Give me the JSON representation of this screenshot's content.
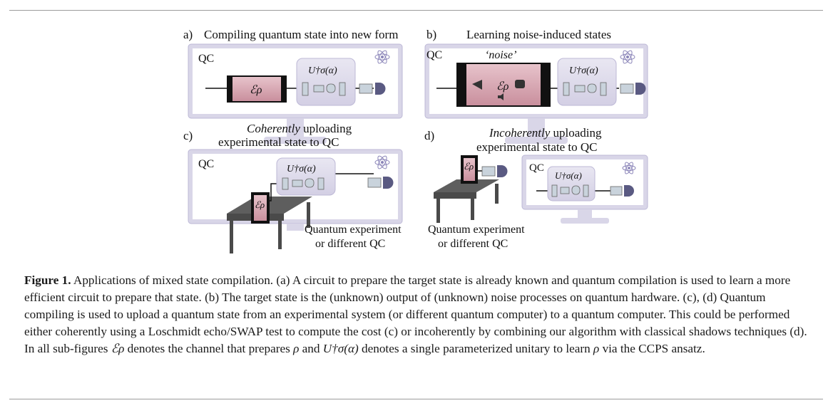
{
  "panels": {
    "a": {
      "letter": "a)",
      "title": "Compiling quantum state into new form",
      "qc_label": "QC",
      "channel": "ℰρ",
      "unitary": "U†σ(α)"
    },
    "b": {
      "letter": "b)",
      "title": "Learning noise-induced states",
      "qc_label": "QC",
      "noise_label": "‘noise’",
      "channel": "ℰρ",
      "unitary": "U†σ(α)"
    },
    "c": {
      "letter": "c)",
      "title_italic": "Coherently",
      "title_rest": " uploading",
      "title_line2": "experimental state to QC",
      "qc_label": "QC",
      "channel": "ℰρ",
      "unitary": "U†σ(α)",
      "experiment_line1": "Quantum experiment",
      "experiment_line2": "or different QC"
    },
    "d": {
      "letter": "d)",
      "title_italic": "Incoherently",
      "title_rest": " uploading",
      "title_line2": "experimental state to QC",
      "qc_label": "QC",
      "channel": "ℰρ",
      "unitary": "U†σ(α)",
      "experiment_line1": "Quantum experiment",
      "experiment_line2": "or different QC"
    }
  },
  "caption": {
    "label": "Figure 1.",
    "text_1": " Applications of mixed state compilation. (a) A circuit to prepare the target state is already known and quantum compilation is used to learn a more efficient circuit to prepare that state. (b) The target state is the (unknown) output of (unknown) noise processes on quantum hardware. (c), (d) Quantum compiling is used to upload a quantum state from an experimental system (or different quantum computer) to a quantum computer. This could be performed either coherently using a Loschmidt echo/SWAP test to compute the cost (c) or incoherently by combining our algorithm with classical shadows techniques (d). In all sub-figures ",
    "sym_channel": "ℰρ",
    "text_2": " denotes the channel that prepares ",
    "sym_rho": "ρ",
    "text_3": " and ",
    "sym_unitary": "U†σ(α)",
    "text_4": " denotes a single parameterized unitary to learn ",
    "sym_rho2": "ρ",
    "text_5": " via the CCPS ansatz."
  },
  "colors": {
    "monitor": "#d9d6e8",
    "monitor_stroke": "#bdb8d6",
    "screen": "#ffffff",
    "channel_fill": "#d8a9b4",
    "unitary_box": "#dedbea",
    "gate": "#c9d3dc",
    "detector": "#5a5a82",
    "table": "#5e5e5e"
  }
}
